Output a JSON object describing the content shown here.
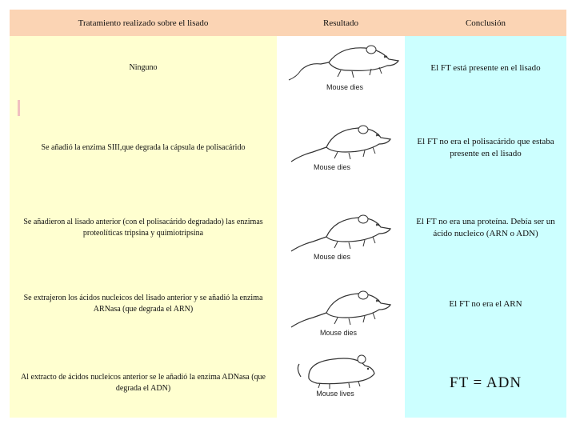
{
  "headers": {
    "treatment": "Tratamiento realizado sobre el lisado",
    "result": "Resultado",
    "conclusion": "Conclusión"
  },
  "rows": [
    {
      "treatment": "Ninguno",
      "result_caption": "Mouse dies",
      "result_icon": "dead-mouse-icon",
      "conclusion": "El FT está presente en el lisado"
    },
    {
      "treatment": "Se añadió la enzima SIII,que degrada la cápsula de polisacárido",
      "result_caption": "Mouse dies",
      "result_icon": "dead-mouse-icon",
      "conclusion": "El FT no era el polisacárido que estaba presente en el lisado"
    },
    {
      "treatment": "Se añadieron al lisado anterior (con el polisacárido degradado) las enzimas proteolíticas tripsina y quimiotripsina",
      "result_caption": "Mouse dies",
      "result_icon": "dead-mouse-icon",
      "conclusion": "El FT no era una proteína. Debía ser un ácido nucleico (ARN o ADN)"
    },
    {
      "treatment": "Se extrajeron los ácidos nucleicos del lisado anterior y se añadió la enzima ARNasa (que degrada el ARN)",
      "result_caption": "Mouse dies",
      "result_icon": "dead-mouse-icon",
      "conclusion": "El FT no era el ARN"
    },
    {
      "treatment": "Al extracto de ácidos nucleicos anterior se le añadió la enzima ADNasa (que degrada el ADN)",
      "result_caption": "Mouse lives",
      "result_icon": "living-mouse-icon",
      "conclusion": "FT = ADN"
    }
  ],
  "colors": {
    "header": "#fbd4b4",
    "treatment_column": "#ffffd0",
    "conclusion_column": "#ccffff"
  }
}
